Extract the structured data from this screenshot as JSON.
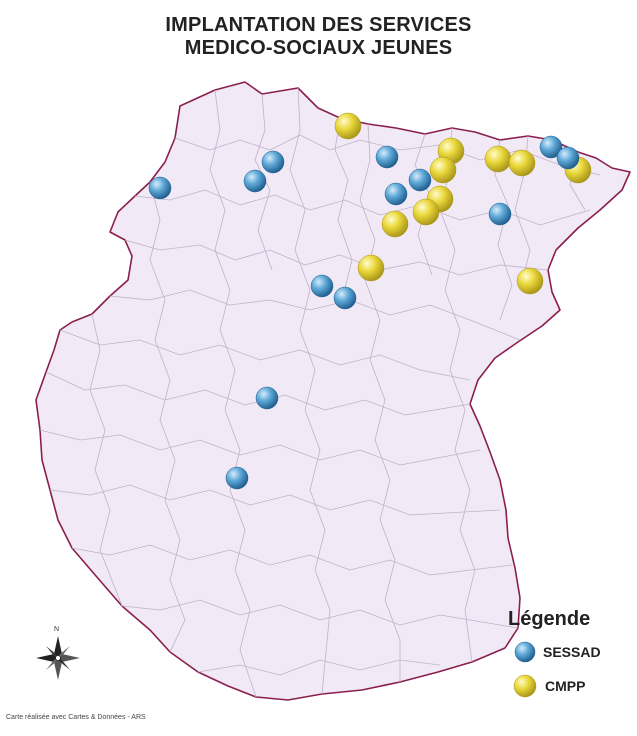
{
  "map": {
    "title_line1": "IMPLANTATION DES SERVICES",
    "title_line2": "MEDICO-SOCIAUX JEUNES",
    "credit": "Carte réalisée avec Cartes & Données - ARS",
    "compass_label": "N",
    "region_fill": "#f1e9f6",
    "border_color": "#8a1f4e",
    "commune_line_color": "#bfb2c9"
  },
  "legend": {
    "title": "Légende",
    "items": [
      {
        "label": "SESSAD",
        "color": "#4a98c9"
      },
      {
        "label": "CMPP",
        "color": "#e2d12a"
      }
    ]
  }
}
